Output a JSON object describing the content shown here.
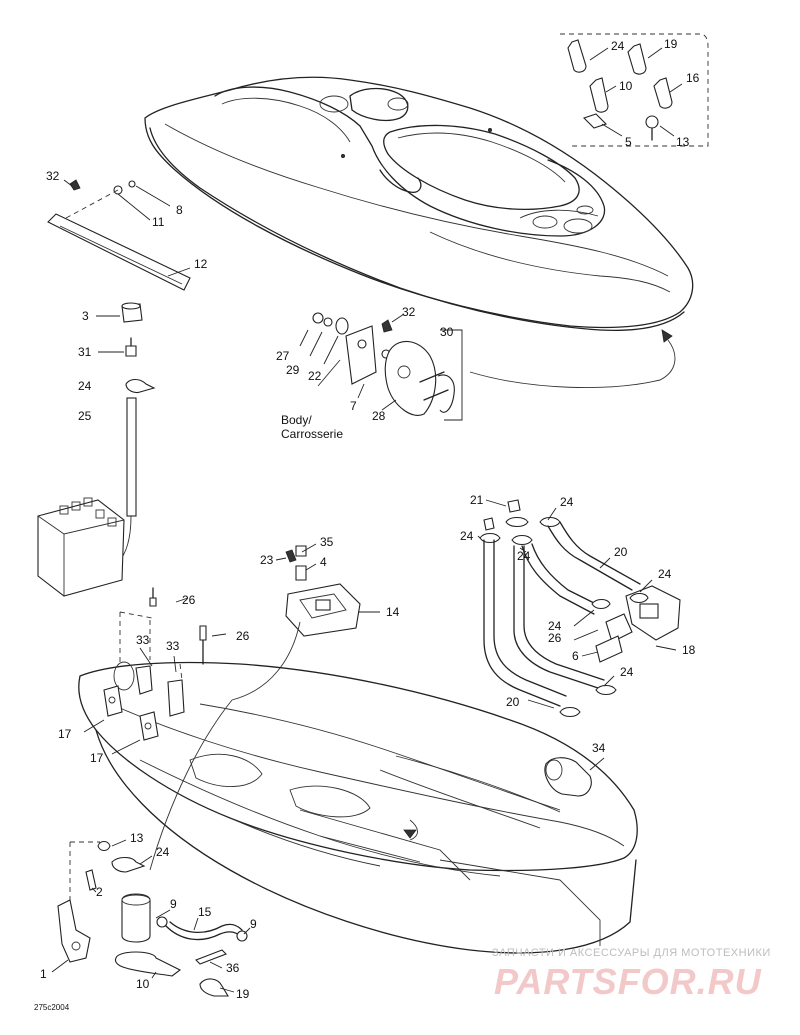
{
  "diagram": {
    "figure_code": "275c2004",
    "body_label_en": "Body/",
    "body_label_fr": "Carrosserie",
    "watermark_line1": "ЗАПЧАСТИ И АКСЕССУАРЫ ДЛЯ МОТОТЕХНИКИ",
    "watermark_line2": "PARTSFOR.RU"
  },
  "callouts": {
    "c24a": "24",
    "c19a": "19",
    "c10a": "10",
    "c16": "16",
    "c5a": "5",
    "c13a": "13",
    "c32a": "32",
    "c8": "8",
    "c11": "11",
    "c12": "12",
    "c3": "3",
    "c31": "31",
    "c24b": "24",
    "c25": "25",
    "c32b": "32",
    "c30": "30",
    "c27": "27",
    "c29": "29",
    "c22": "22",
    "c7": "7",
    "c28": "28",
    "c21": "21",
    "c24c": "24",
    "c24d": "24",
    "c24e": "24",
    "c20a": "20",
    "c24f": "24",
    "c24g": "24",
    "c26a": "26",
    "c6": "6",
    "c18": "18",
    "c24h": "24",
    "c20b": "20",
    "c35": "35",
    "c23": "23",
    "c4": "4",
    "c14": "14",
    "c26b": "26",
    "c26c": "26",
    "c33a": "33",
    "c33b": "33",
    "c17a": "17",
    "c17b": "17",
    "c34": "34",
    "c13b": "13",
    "c24i": "24",
    "c2": "2",
    "c9a": "9",
    "c15": "15",
    "c9b": "9",
    "c1": "1",
    "c36": "36",
    "c10b": "10",
    "c19b": "19"
  }
}
